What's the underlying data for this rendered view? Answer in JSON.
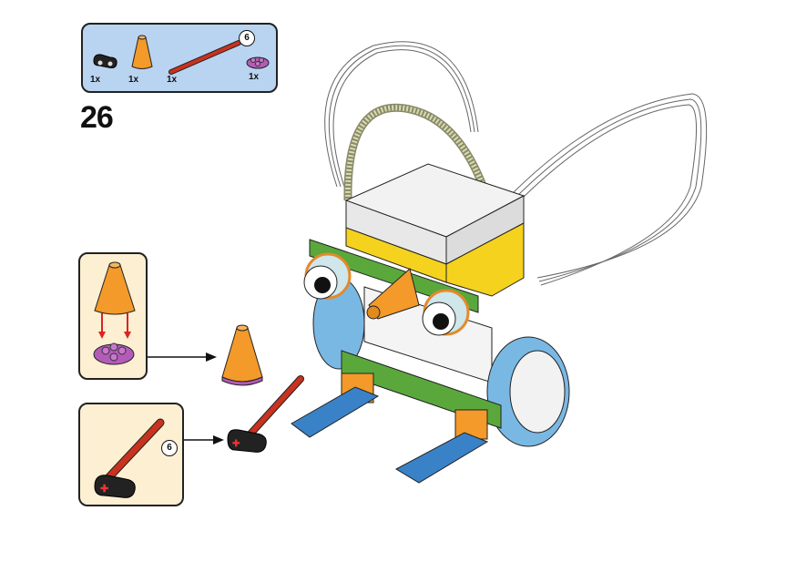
{
  "page": {
    "type": "building-instructions",
    "step_number": "26"
  },
  "parts_list": {
    "items": [
      {
        "name": "black-axle-connector",
        "color": "#222222",
        "qty": "1x"
      },
      {
        "name": "orange-cone",
        "color": "#f39a2a",
        "qty": "1x"
      },
      {
        "name": "red-axle",
        "color": "#c8321e",
        "qty": "1x",
        "length": "6"
      },
      {
        "name": "purple-round-plate",
        "color": "#b45bb8",
        "qty": "1x"
      }
    ],
    "background": "#b9d4f1"
  },
  "substeps": [
    {
      "name": "cone-on-round-plate",
      "background": "#fcefd2"
    },
    {
      "name": "axle-in-connector",
      "background": "#fcefd2",
      "axle_length": "6"
    }
  ],
  "colors": {
    "orange": "#f39a2a",
    "red": "#c8321e",
    "blue": "#3a82c7",
    "light_blue": "#7ab8e4",
    "green": "#5aa83c",
    "yellow": "#f5d21e",
    "white_hub": "#f2f2f2",
    "purple": "#b45bb8",
    "black": "#222222"
  }
}
